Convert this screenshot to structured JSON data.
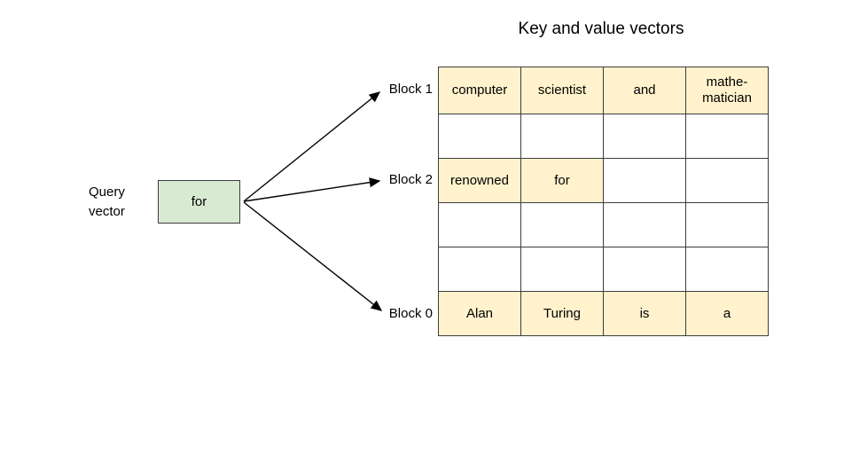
{
  "title": "Key and value vectors",
  "query": {
    "label": "Query\nvector",
    "box_text": "for"
  },
  "blocks": [
    {
      "label": "Block 1"
    },
    {
      "label": "Block 2"
    },
    {
      "label": "Block 0"
    }
  ],
  "table": {
    "rows": [
      {
        "cells": [
          "computer",
          "scientist",
          "and",
          "mathe-\nmatician"
        ],
        "highlight": [
          true,
          true,
          true,
          true
        ]
      },
      {
        "cells": [
          "",
          "",
          "",
          ""
        ],
        "highlight": [
          false,
          false,
          false,
          false
        ]
      },
      {
        "cells": [
          "renowned",
          "for",
          "",
          ""
        ],
        "highlight": [
          true,
          true,
          false,
          false
        ]
      },
      {
        "cells": [
          "",
          "",
          "",
          ""
        ],
        "highlight": [
          false,
          false,
          false,
          false
        ]
      },
      {
        "cells": [
          "",
          "",
          "",
          ""
        ],
        "highlight": [
          false,
          false,
          false,
          false
        ]
      },
      {
        "cells": [
          "Alan",
          "Turing",
          "is",
          "a"
        ],
        "highlight": [
          true,
          true,
          true,
          true
        ]
      }
    ]
  },
  "colors": {
    "highlight": "#fff2cc",
    "query_box": "#d9ead3",
    "line": "#000000"
  }
}
